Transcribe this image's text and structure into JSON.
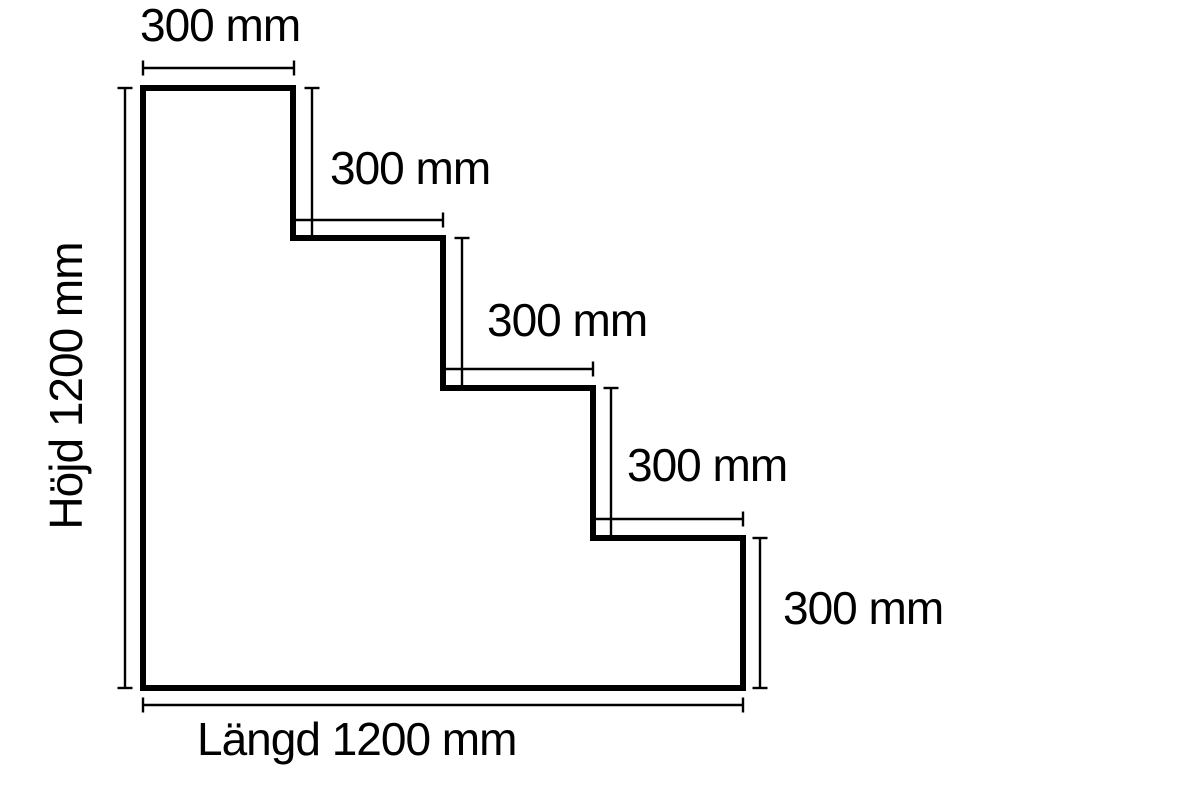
{
  "diagram": {
    "description": "staircase-cross-section",
    "background_color": "#ffffff",
    "stroke_color": "#000000",
    "dimension_labels": {
      "top_tread": "300 mm",
      "tread_2": "300 mm",
      "tread_3": "300 mm",
      "tread_4": "300 mm",
      "last_riser": "300 mm",
      "total_height": "Höjd 1200 mm",
      "total_length": "Längd 1200 mm"
    }
  }
}
